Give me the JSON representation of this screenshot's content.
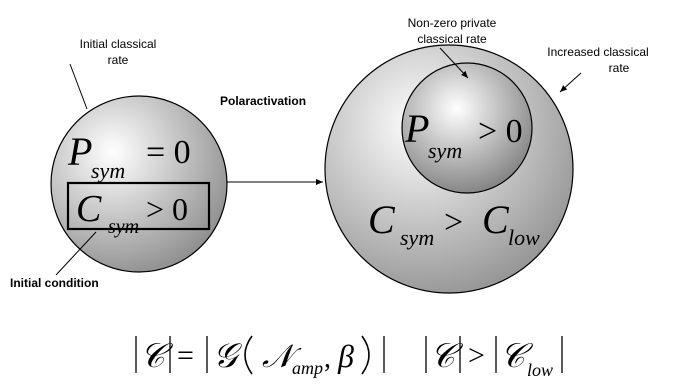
{
  "labels": {
    "initial_rate_line1": "Initial classical",
    "initial_rate_line2": "rate",
    "polaractivation": "Polaractivation",
    "nonzero_line1": "Non-zero private",
    "nonzero_line2": "classical rate",
    "increased_line1": "Increased classical",
    "increased_line2": "rate",
    "initial_condition": "Initial condition"
  },
  "left_circle": {
    "p_sym": {
      "base": "P",
      "sub": "sym",
      "rel": "= 0"
    },
    "c_sym": {
      "base": "C",
      "sub": "sym",
      "rel": "> 0"
    }
  },
  "right_circle": {
    "p_sym": {
      "base": "P",
      "sub": "sym",
      "rel": "> 0"
    },
    "c_sym": {
      "base": "C",
      "sub": "sym",
      "rel": ">",
      "rhs_base": "C",
      "rhs_sub": "low"
    }
  },
  "formulas": {
    "left": {
      "lhs": "𝒞",
      "eq": "=",
      "func": "𝒢",
      "arg1": "𝒩",
      "arg1_sub": "amp",
      "comma": ",",
      "arg2": "β"
    },
    "right": {
      "lhs": "𝒞",
      "rel": ">",
      "rhs": "𝒞",
      "rhs_sub": "low"
    }
  },
  "colors": {
    "stroke": "#000000",
    "shade_light": "#ffffff",
    "shade_dark": "#8c8c8c"
  }
}
